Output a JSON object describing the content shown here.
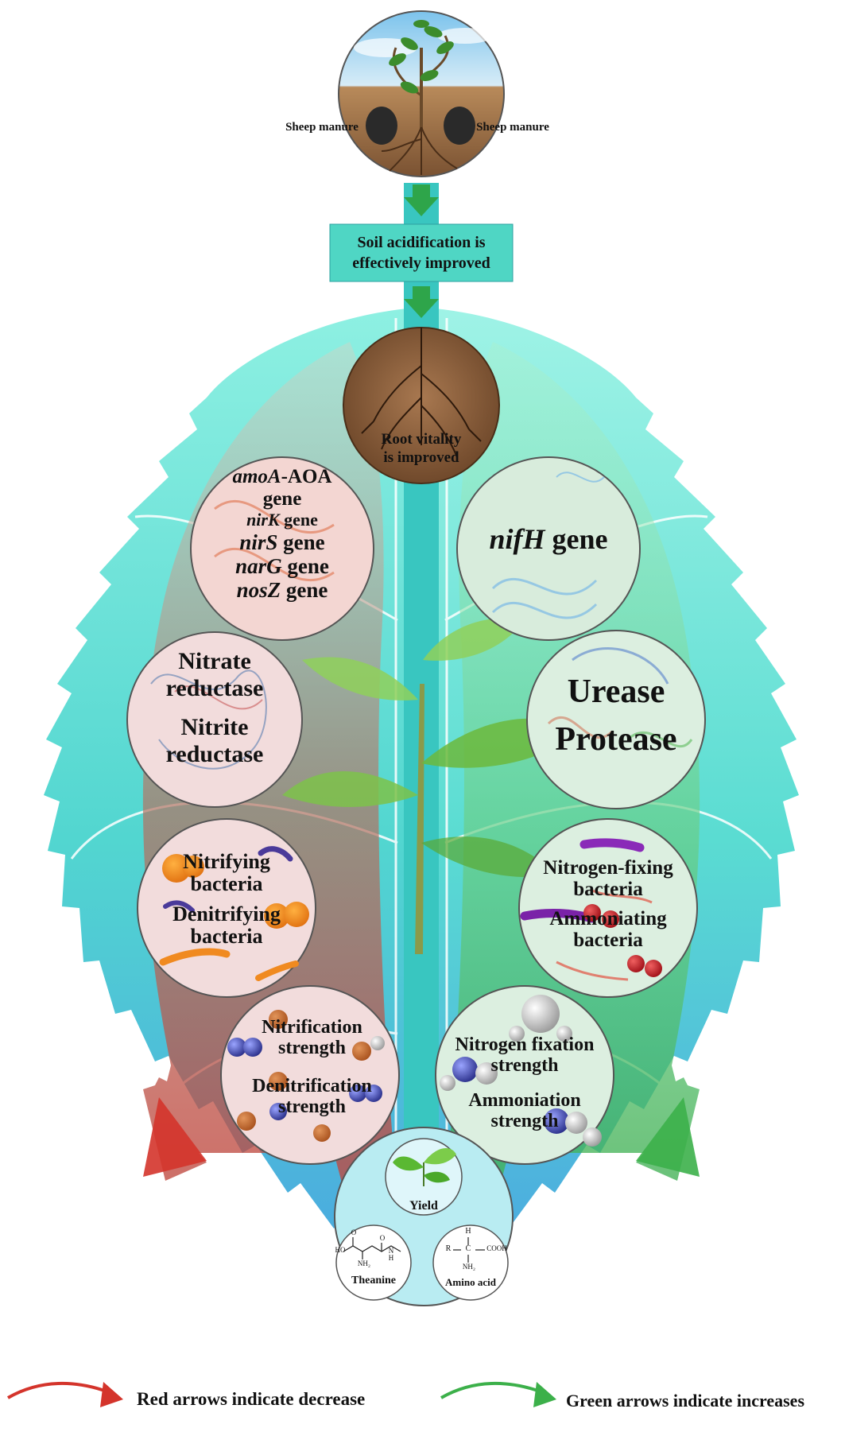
{
  "top": {
    "manure_left": "Sheep manure",
    "manure_right": "Sheep manure"
  },
  "step_box": {
    "line1": "Soil acidification is",
    "line2": "effectively improved"
  },
  "root": {
    "line1": "Root vitality",
    "line2": "is improved"
  },
  "left_circles": {
    "genes": {
      "amoa_italic": "amoA",
      "amoa_rest": "-AOA",
      "amoa_line2": "gene",
      "nirk_italic": "nirK",
      "nirk_rest": " gene",
      "nirs_italic": "nirS",
      "nirs_rest": " gene",
      "narg_italic": "narG",
      "narg_rest": " gene",
      "nosz_italic": "nosZ",
      "nosz_rest": " gene"
    },
    "enzymes": {
      "nitrate1": "Nitrate",
      "nitrate2": "reductase",
      "nitrite1": "Nitrite",
      "nitrite2": "reductase"
    },
    "bacteria": {
      "nitrifying1": "Nitrifying",
      "nitrifying2": "bacteria",
      "denitrifying1": "Denitrifying",
      "denitrifying2": "bacteria"
    },
    "strength": {
      "nitrification1": "Nitrification",
      "nitrification2": "strength",
      "denitrification1": "Denitrification",
      "denitrification2": "strength"
    }
  },
  "right_circles": {
    "genes": {
      "nifh_italic": "nifH",
      "nifh_rest": " gene"
    },
    "enzymes": {
      "urease": "Urease",
      "protease": "Protease"
    },
    "bacteria": {
      "fixing1": "Nitrogen-fixing",
      "fixing2": "bacteria",
      "ammon1": "Ammoniating",
      "ammon2": "bacteria"
    },
    "strength": {
      "fixation1": "Nitrogen fixation",
      "fixation2": "strength",
      "ammonation1": "Ammoniation",
      "ammonation2": "strength"
    }
  },
  "bottom": {
    "yield": "Yield",
    "theanine": "Theanine",
    "amino_acid": "Amino acid",
    "theanine_formula": {
      "ho": "HO",
      "o1": "O",
      "o2": "O",
      "nh2": "NH₂",
      "n": "N",
      "h": "H"
    },
    "amino_formula": {
      "r": "R",
      "c": "C",
      "h": "H",
      "cooh": "COOH",
      "nh2": "NH₂"
    }
  },
  "legend": {
    "red_text": "Red arrows indicate decrease",
    "green_text": "Green arrows indicate increases"
  },
  "colors": {
    "leaf_teal": "#5ad9cf",
    "leaf_blue": "#5aaee0",
    "trunk": "#39c6c0",
    "decrease_red": "#d4342b",
    "increase_green": "#3cb04a",
    "left_circle_fill": "#f3d6d2",
    "right_circle_fill": "#d9eedc"
  }
}
